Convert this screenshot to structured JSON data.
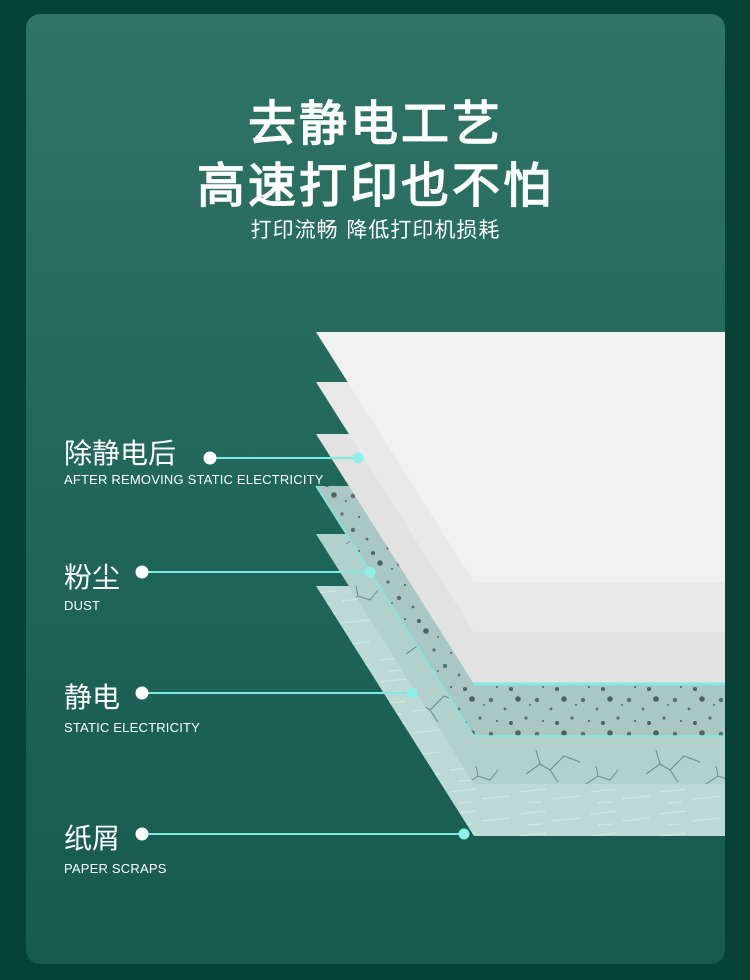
{
  "title": {
    "line1": "去静电工艺",
    "line2": "高速打印也不怕"
  },
  "subtitle": "打印流畅 降低打印机损耗",
  "layers": [
    {
      "zh": "除静电后",
      "en": "AFTER REMOVING STATIC ELECTRICITY"
    },
    {
      "zh": "粉尘",
      "en": "DUST"
    },
    {
      "zh": "静电",
      "en": "STATIC ELECTRICITY"
    },
    {
      "zh": "纸屑",
      "en": "PAPER SCRAPS"
    }
  ],
  "colors": {
    "frame": "#074237",
    "panel": "#2a6f62",
    "accent_line": "#7fe9e3",
    "paper": "#ececec",
    "dust_layer": "#a9c8c4",
    "static_layer": "#b2d1cd",
    "scraps_layer": "#bcd9d5"
  }
}
